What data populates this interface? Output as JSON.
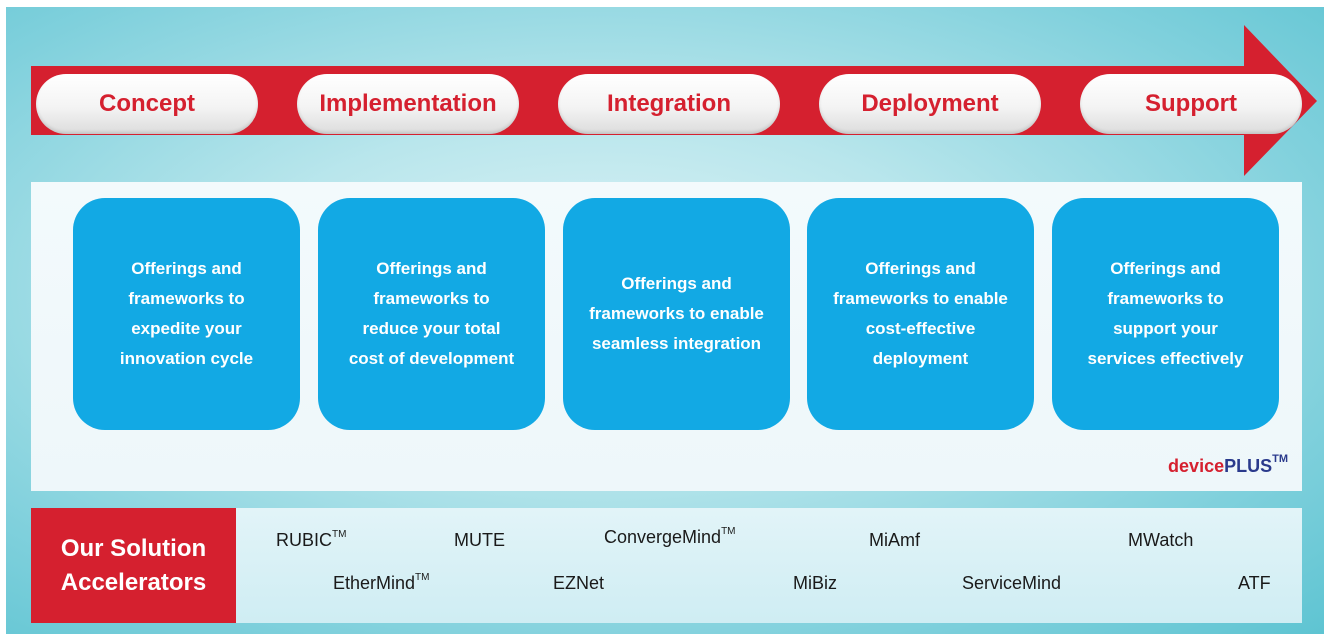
{
  "phases": [
    "Concept",
    "Implementation",
    "Integration",
    "Deployment",
    "Support"
  ],
  "offerings": [
    "Offerings and frameworks to expedite your innovation cycle",
    "Offerings and frameworks to reduce your total cost of development",
    "Offerings and frameworks to enable seamless integration",
    "Offerings and frameworks to enable cost-effective deployment",
    "Offerings and frameworks to support your services effectively"
  ],
  "brand": {
    "part1": "device",
    "part2": "PLUS",
    "mark": "TM"
  },
  "accelerators": {
    "title_line1": "Our Solution",
    "title_line2": "Accelerators",
    "items": [
      {
        "name": "RUBIC",
        "tm": "TM"
      },
      {
        "name": "MUTE",
        "tm": ""
      },
      {
        "name": "ConvergeMind",
        "tm": "TM"
      },
      {
        "name": "MiAmf",
        "tm": ""
      },
      {
        "name": "MWatch",
        "tm": ""
      },
      {
        "name": "EtherMind",
        "tm": "TM"
      },
      {
        "name": "EZNet",
        "tm": ""
      },
      {
        "name": "MiBiz",
        "tm": ""
      },
      {
        "name": "ServiceMind",
        "tm": ""
      },
      {
        "name": "ATF",
        "tm": ""
      }
    ]
  },
  "colors": {
    "arrow_red": "#d5202f",
    "card_blue": "#12a9e4",
    "brand_navy": "#2a3a8c"
  }
}
